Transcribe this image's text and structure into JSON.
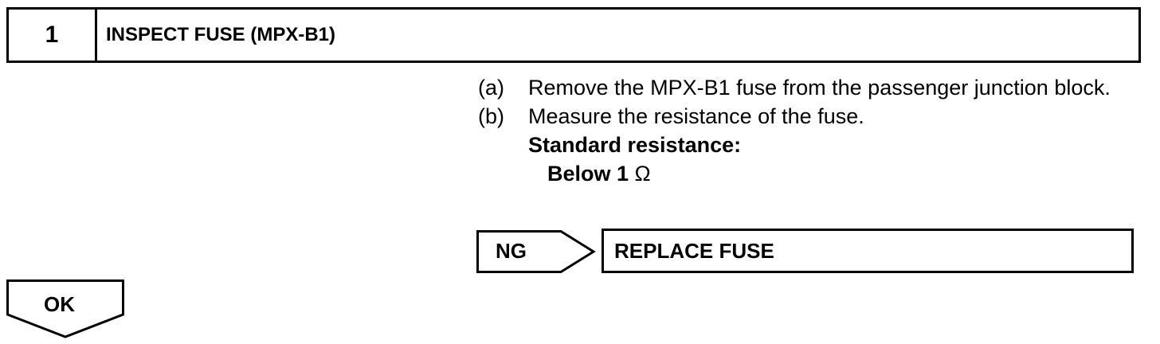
{
  "step": {
    "number": "1",
    "title": "INSPECT FUSE (MPX-B1)"
  },
  "instructions": [
    {
      "marker": "(a)",
      "text": "Remove the MPX-B1 fuse from the passenger junction block."
    },
    {
      "marker": "(b)",
      "text": "Measure the resistance of the fuse."
    }
  ],
  "standard": {
    "label": "Standard resistance:",
    "value": "Below 1",
    "unit": "Ω"
  },
  "ng_branch": {
    "label": "NG",
    "result": "REPLACE FUSE"
  },
  "ok_branch": {
    "label": "OK"
  }
}
